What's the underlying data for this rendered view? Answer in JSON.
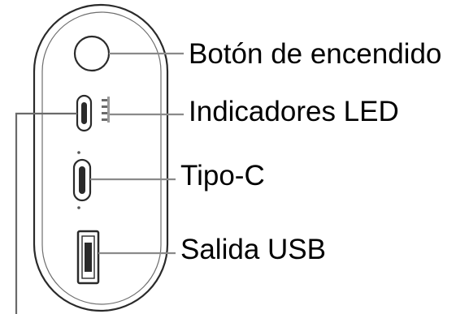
{
  "labels": {
    "power_button": "Botón de encendido",
    "led_indicators": "Indicadores LED",
    "type_c": "Tipo-C",
    "usb_output": "Salida USB"
  },
  "colors": {
    "outline": "#2a2a2a",
    "leader": "#8a8a8a",
    "text": "#000000",
    "background": "#ffffff"
  }
}
